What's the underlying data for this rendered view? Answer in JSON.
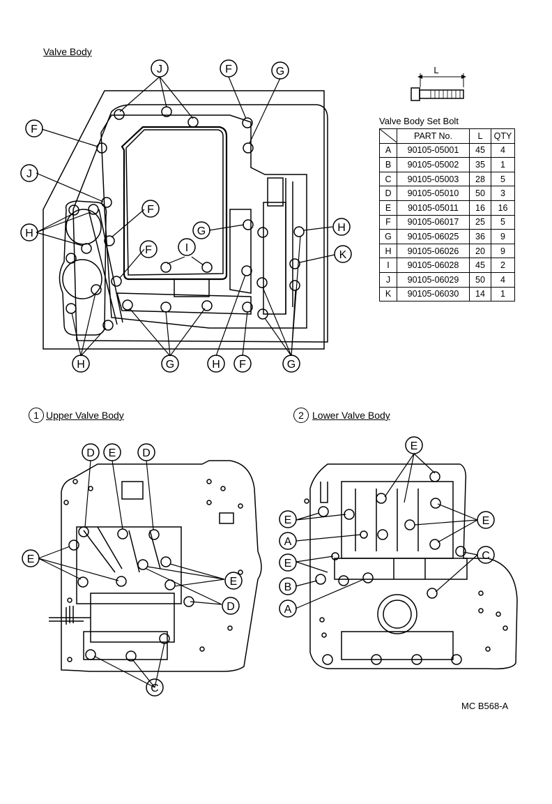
{
  "titles": {
    "valve_body": "Valve Body",
    "upper_num": "1",
    "upper": "Upper Valve Body",
    "lower_num": "2",
    "lower": "Lower Valve Body"
  },
  "bolt_dimension_label": "L",
  "spec_table": {
    "title": "Valve Body Set Bolt",
    "headers": [
      "",
      "PART No.",
      "L",
      "QTY"
    ],
    "rows": [
      [
        "A",
        "90105-05001",
        "45",
        "4"
      ],
      [
        "B",
        "90105-05002",
        "35",
        "1"
      ],
      [
        "C",
        "90105-05003",
        "28",
        "5"
      ],
      [
        "D",
        "90105-05010",
        "50",
        "3"
      ],
      [
        "E",
        "90105-05011",
        "16",
        "16"
      ],
      [
        "F",
        "90105-06017",
        "25",
        "5"
      ],
      [
        "G",
        "90105-06025",
        "36",
        "9"
      ],
      [
        "H",
        "90105-06026",
        "20",
        "9"
      ],
      [
        "I",
        "90105-06028",
        "45",
        "2"
      ],
      [
        "J",
        "90105-06029",
        "50",
        "4"
      ],
      [
        "K",
        "90105-06030",
        "14",
        "1"
      ]
    ]
  },
  "callouts": {
    "J": "J",
    "F": "F",
    "G": "G",
    "H": "H",
    "I": "I",
    "K": "K",
    "A": "A",
    "B": "B",
    "C": "C",
    "D": "D",
    "E": "E"
  },
  "reference_code": "MC B568-A"
}
